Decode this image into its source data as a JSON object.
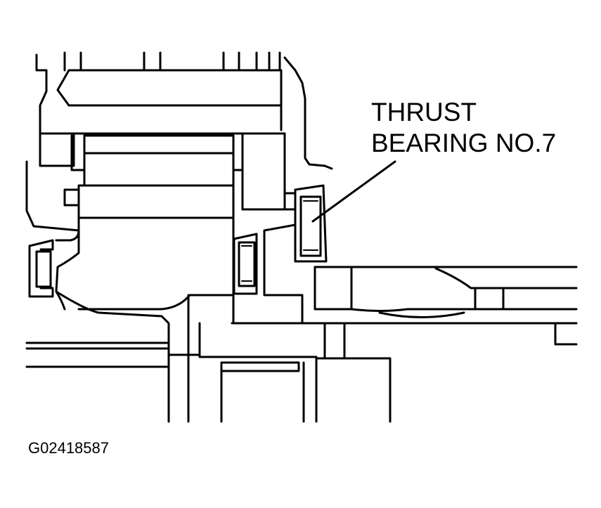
{
  "callout": {
    "line1": "THRUST",
    "line2": "BEARING NO.7"
  },
  "figure_code": "G02418587"
}
